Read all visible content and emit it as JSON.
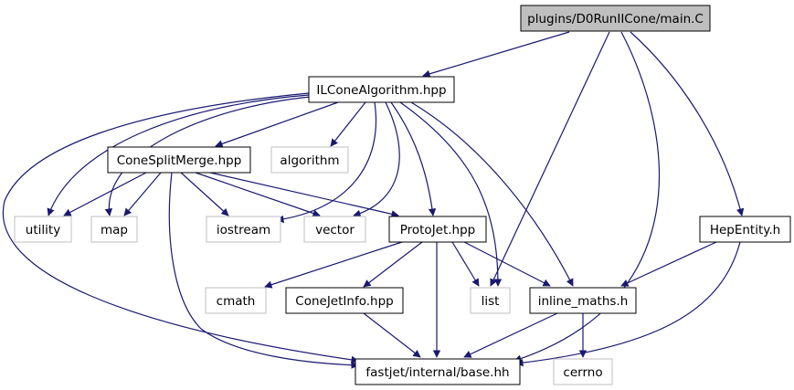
{
  "colors": {
    "edge": "#191970",
    "node_border": "#000000",
    "ext_border": "#bfbfbf",
    "root_fill": "#bfbfbf",
    "node_fill": "#ffffff"
  },
  "nodes": {
    "root": "plugins/D0RunIICone/main.C",
    "ilcone": "ILConeAlgorithm.hpp",
    "conesplit": "ConeSplitMerge.hpp",
    "algorithm": "algorithm",
    "utility": "utility",
    "map": "map",
    "iostream": "iostream",
    "vector": "vector",
    "protojet": "ProtoJet.hpp",
    "hepentity": "HepEntity.h",
    "cmath": "cmath",
    "conejetinfo": "ConeJetInfo.hpp",
    "list": "list",
    "inline_maths": "inline_maths.h",
    "base": "fastjet/internal/base.hh",
    "cerrno": "cerrno"
  }
}
